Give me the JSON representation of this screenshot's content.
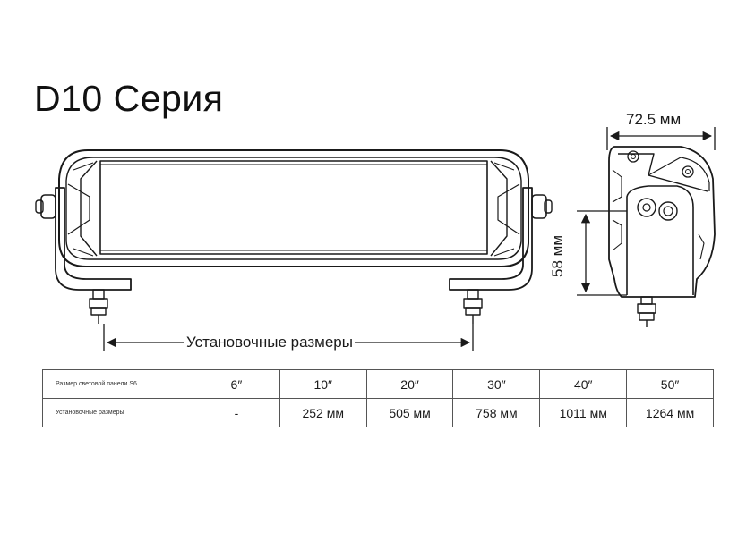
{
  "title": "D10 Серия",
  "dimensions": {
    "width_label": "72.5 мм",
    "height_label": "58 мм",
    "mounting_label": "Установочные размеры"
  },
  "table": {
    "rows": [
      {
        "header": "Размер световой панели S6",
        "cells": [
          "6″",
          "10″",
          "20″",
          "30″",
          "40″",
          "50″"
        ]
      },
      {
        "header": "Установочные размеры",
        "cells": [
          "-",
          "252 мм",
          "505 мм",
          "758 мм",
          "1011 мм",
          "1264 мм"
        ]
      }
    ]
  },
  "colors": {
    "line": "#1a1a1a",
    "table_border": "#555555"
  },
  "icons": [
    "light-bar-front-view",
    "light-bar-side-view",
    "mounting-bolt-icon"
  ]
}
